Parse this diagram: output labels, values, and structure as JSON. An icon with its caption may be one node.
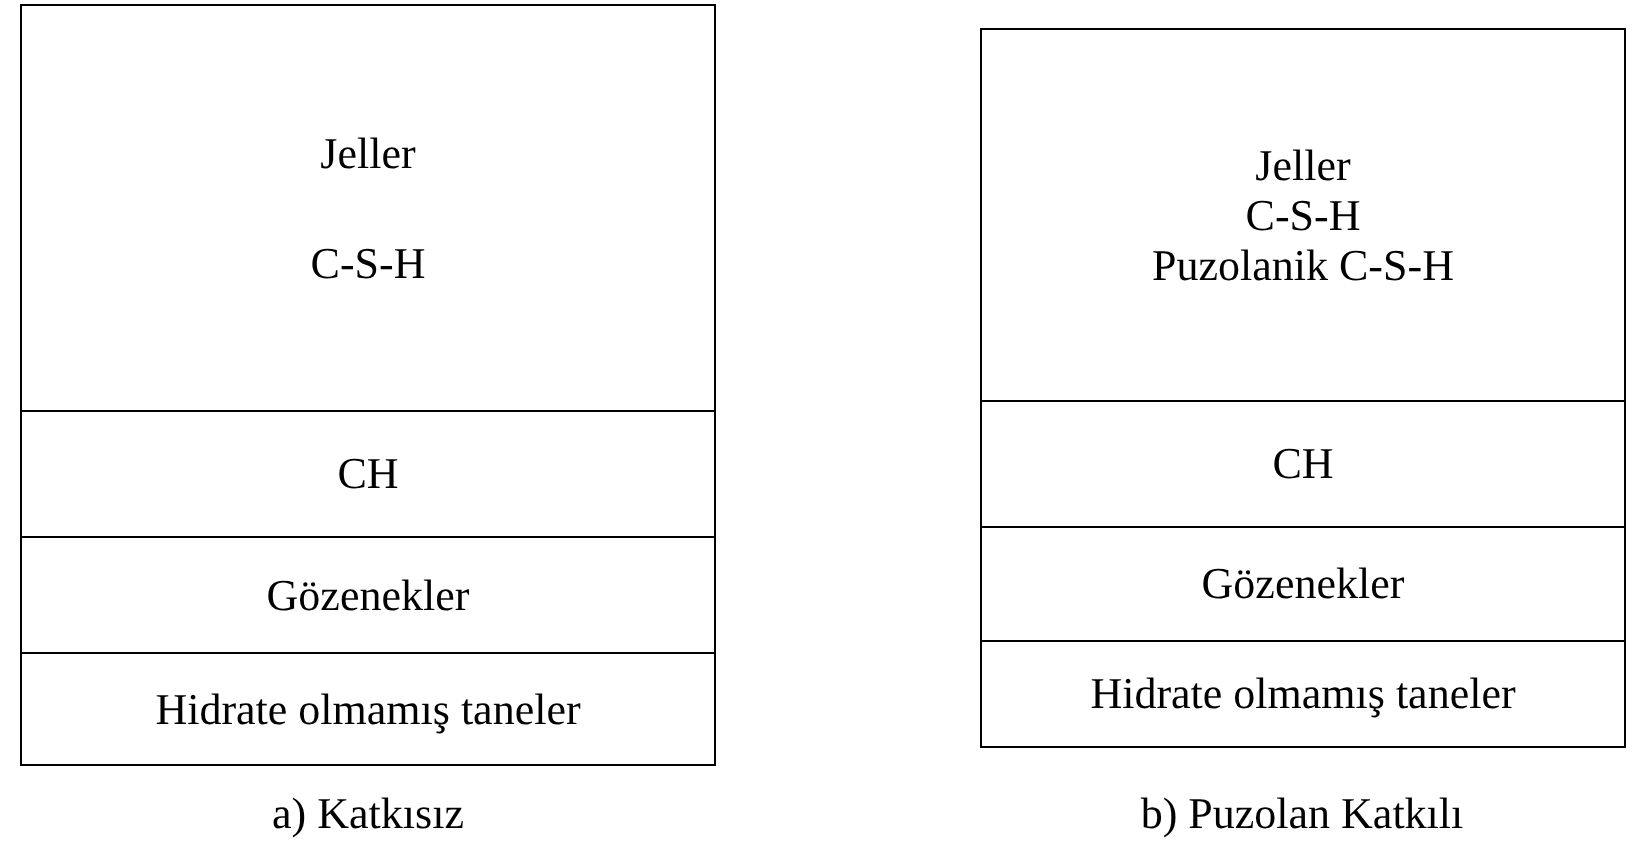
{
  "diagram": {
    "nodes": [
      {
        "text": [
          "Jeller",
          "C-S-H"
        ]
      },
      {
        "text": [
          "CH"
        ]
      },
      {
        "text": [
          "Gözenekler"
        ]
      },
      {
        "text": [
          "Hidrate olmamış taneler"
        ]
      },
      {
        "text": [
          "Jeller",
          "C-S-H",
          "Puzolanik C-S-H"
        ]
      },
      {
        "text": [
          "CH"
        ]
      },
      {
        "text": [
          "Gözenekler"
        ]
      },
      {
        "text": [
          "Hidrate olmamış taneler"
        ]
      }
    ],
    "labels": [
      "a) Katkısız",
      "b) Puzolan Katkılı"
    ]
  }
}
